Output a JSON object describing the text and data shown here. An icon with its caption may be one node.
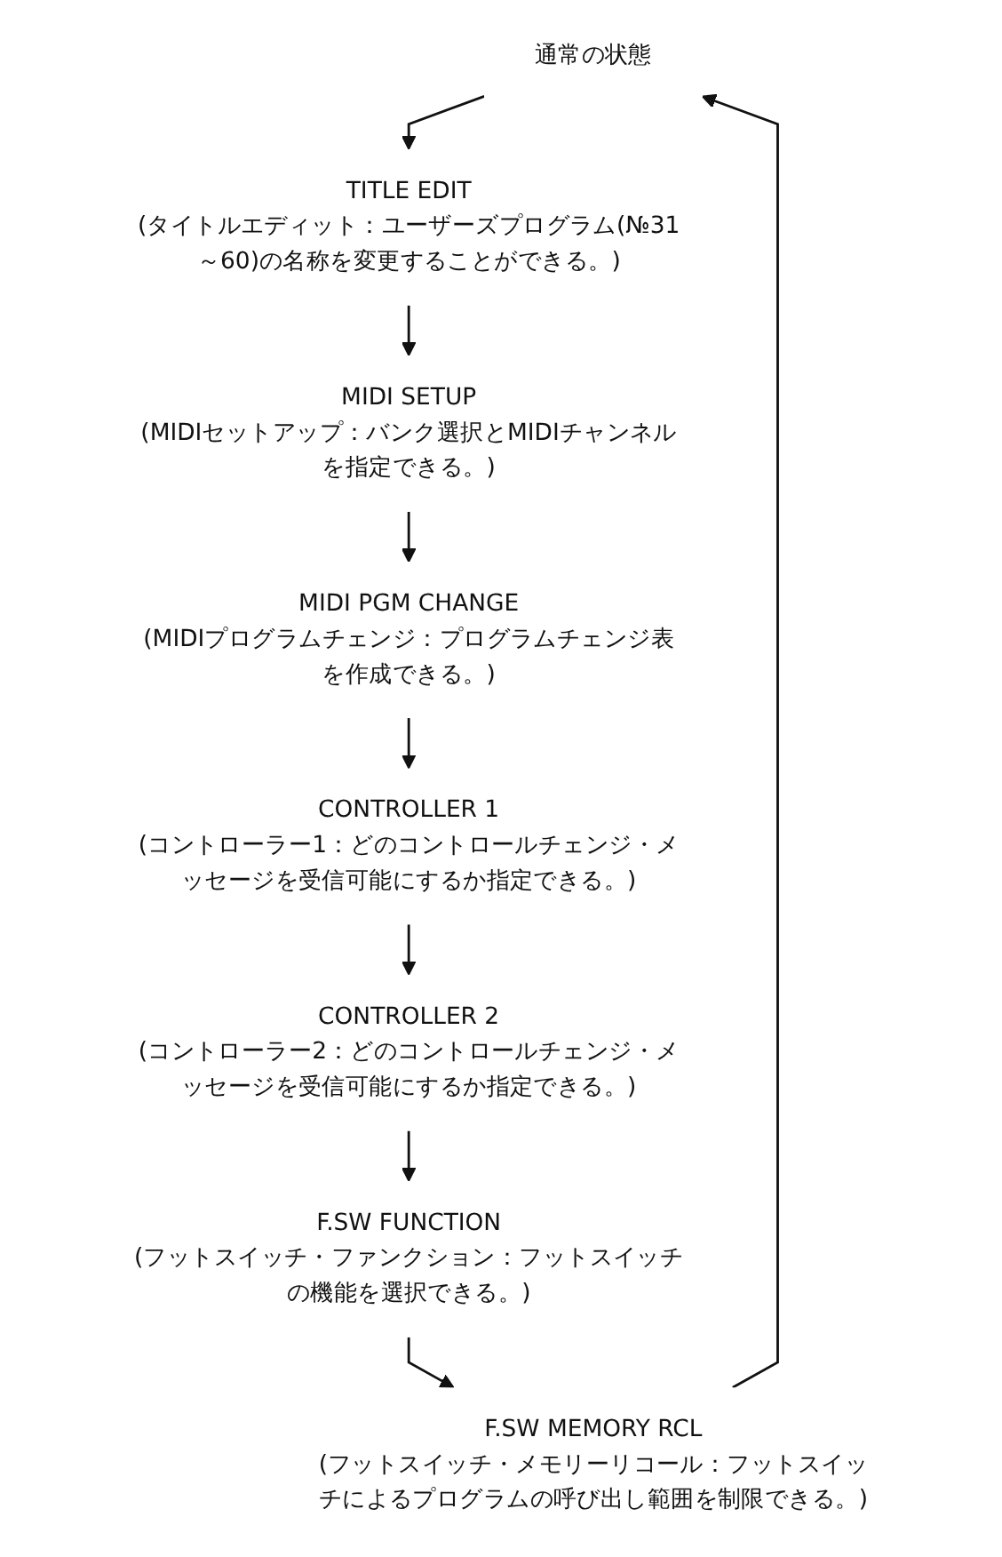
{
  "diagram": {
    "nodes": [
      {
        "text": [
          "通常の状態"
        ]
      },
      {
        "text": [
          "TITLE EDIT",
          "(タイトルエディット：ユーザーズプログラム(№31～60)の名称を変更することができる。)"
        ]
      },
      {
        "text": [
          "MIDI SETUP",
          "(MIDIセットアップ：バンク選択とMIDIチャンネルを指定できる。)"
        ]
      },
      {
        "text": [
          "MIDI PGM CHANGE",
          "(MIDIプログラムチェンジ：プログラムチェンジ表を作成できる。)"
        ]
      },
      {
        "text": [
          "CONTROLLER 1",
          "(コントローラー1：どのコントロールチェンジ・メッセージを受信可能にするか指定できる。)"
        ]
      },
      {
        "text": [
          "CONTROLLER 2",
          "(コントローラー2：どのコントロールチェンジ・メッセージを受信可能にするか指定できる。)"
        ]
      },
      {
        "text": [
          "F.SW FUNCTION",
          "(フットスイッチ・ファンクション：フットスイッチの機能を選択できる。)"
        ]
      },
      {
        "text": [
          "F.SW MEMORY RCL",
          "(フットスイッチ・メモリーリコール：フットスイッチによるプログラムの呼び出し範囲を制限できる。)"
        ]
      }
    ],
    "edges": [
      {
        "from": 0,
        "to": 1,
        "arrow": "to"
      },
      {
        "from": 1,
        "to": 2,
        "arrow": "to"
      },
      {
        "from": 2,
        "to": 3,
        "arrow": "to"
      },
      {
        "from": 3,
        "to": 4,
        "arrow": "to"
      },
      {
        "from": 4,
        "to": 5,
        "arrow": "to"
      },
      {
        "from": 5,
        "to": 6,
        "arrow": "to"
      },
      {
        "from": 6,
        "to": 7,
        "arrow": "to"
      },
      {
        "from": 7,
        "to": 0,
        "arrow": "to"
      }
    ]
  }
}
